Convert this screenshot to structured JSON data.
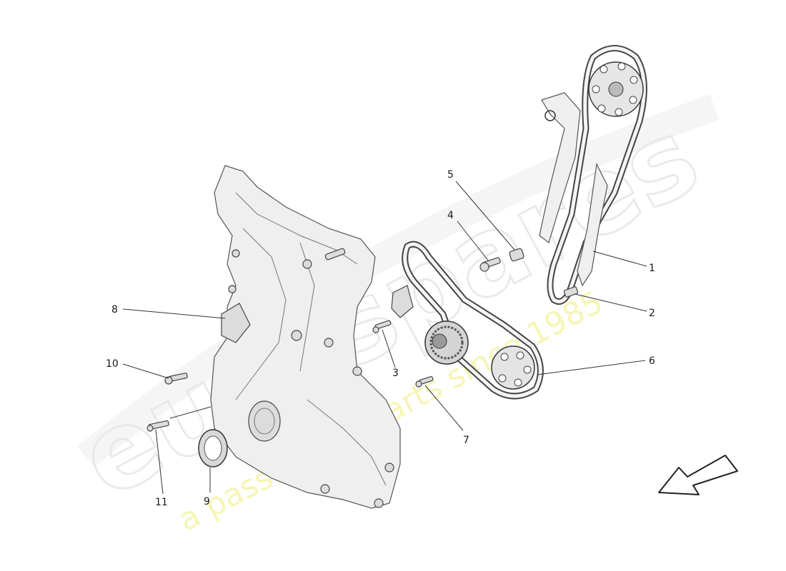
{
  "watermark": {
    "brand": "eurospares",
    "tagline": "a passion for parts since 1985"
  },
  "callouts": [
    {
      "id": "1",
      "label": "1"
    },
    {
      "id": "2",
      "label": "2"
    },
    {
      "id": "3",
      "label": "3"
    },
    {
      "id": "4",
      "label": "4"
    },
    {
      "id": "5",
      "label": "5"
    },
    {
      "id": "6",
      "label": "6"
    },
    {
      "id": "7",
      "label": "7"
    },
    {
      "id": "8",
      "label": "8"
    },
    {
      "id": "9",
      "label": "9"
    },
    {
      "id": "10",
      "label": "10"
    },
    {
      "id": "11",
      "label": "11"
    }
  ],
  "direction_arrow": {
    "icon": "direction-arrow-icon"
  }
}
